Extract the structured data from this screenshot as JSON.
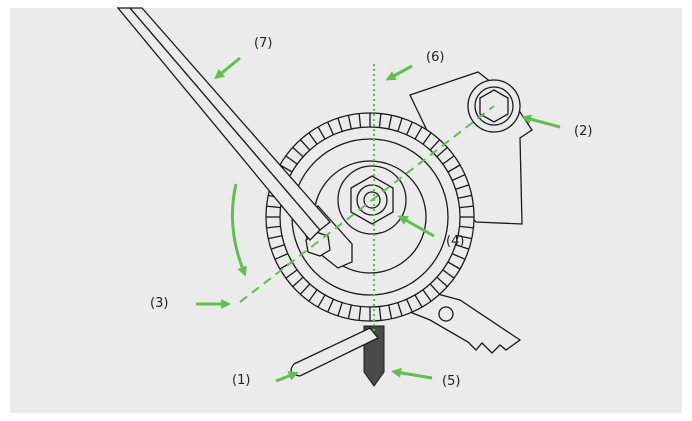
{
  "figure": {
    "callouts": [
      {
        "id": "1",
        "text": "(1)"
      },
      {
        "id": "2",
        "text": "(2)"
      },
      {
        "id": "3",
        "text": "(3)"
      },
      {
        "id": "4",
        "text": "(4)"
      },
      {
        "id": "5",
        "text": "(5)"
      },
      {
        "id": "6",
        "text": "(6)"
      },
      {
        "id": "7",
        "text": "(7)"
      }
    ]
  },
  "colors": {
    "background": "#ebebeb",
    "line": "#1a1a1a",
    "accent_green": "#5cc24a",
    "pointer_dark": "#4a4a4a"
  }
}
